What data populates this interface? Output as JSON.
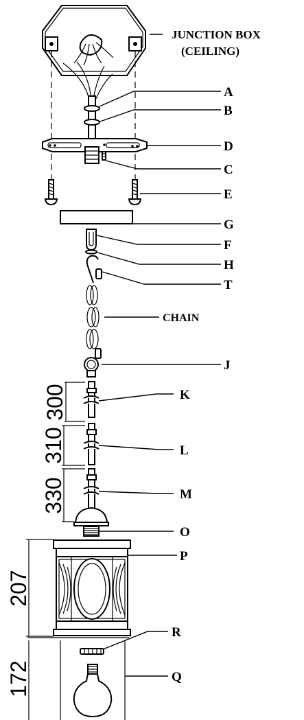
{
  "labels": {
    "junction_box_line1": "JUNCTION BOX",
    "junction_box_line2": "(CEILING)",
    "A": "A",
    "B": "B",
    "D": "D",
    "C": "C",
    "E": "E",
    "G": "G",
    "F": "F",
    "H": "H",
    "T": "T",
    "chain": "CHAIN",
    "J": "J",
    "K": "K",
    "L": "L",
    "M": "M",
    "O": "O",
    "P": "P",
    "R": "R",
    "Q": "Q"
  },
  "dimensions": {
    "rod_k": "300",
    "rod_l": "310",
    "rod_m": "330",
    "lantern_height": "207",
    "glass_height": "172"
  }
}
